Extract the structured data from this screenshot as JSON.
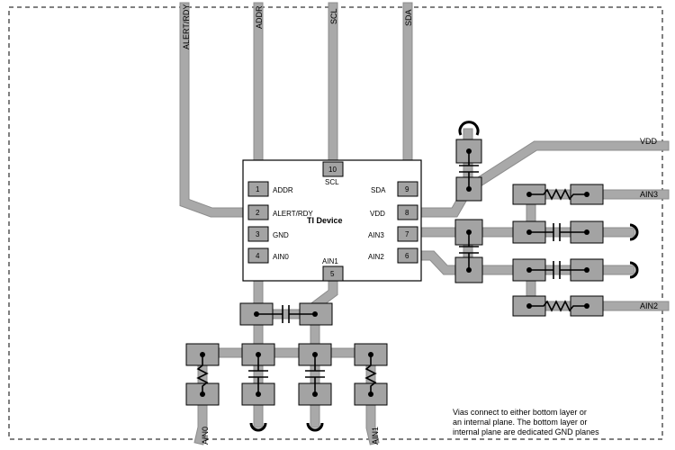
{
  "diagram": {
    "chip": {
      "name": "TI Device",
      "pins": [
        {
          "num": "1",
          "label": "ADDR"
        },
        {
          "num": "2",
          "label": "ALERT/RDY"
        },
        {
          "num": "3",
          "label": "GND"
        },
        {
          "num": "4",
          "label": "AIN0"
        },
        {
          "num": "5",
          "label": "AIN1"
        },
        {
          "num": "6",
          "label": "AIN2"
        },
        {
          "num": "7",
          "label": "AIN3"
        },
        {
          "num": "8",
          "label": "VDD"
        },
        {
          "num": "9",
          "label": "SDA"
        },
        {
          "num": "10",
          "label": "SCL"
        }
      ]
    },
    "top_signals": [
      "ALERT/RDY",
      "ADDR",
      "SCL",
      "SDA"
    ],
    "right_signals": {
      "vdd": "VDD",
      "ain3": "AIN3",
      "ain2": "AIN2"
    },
    "bottom_signals": {
      "ain0": "AIN0",
      "ain1": "AIN1"
    },
    "note": [
      "Vias connect to either bottom layer or",
      "an internal plane. The bottom layer or",
      "internal plane are dedicated GND planes"
    ]
  }
}
